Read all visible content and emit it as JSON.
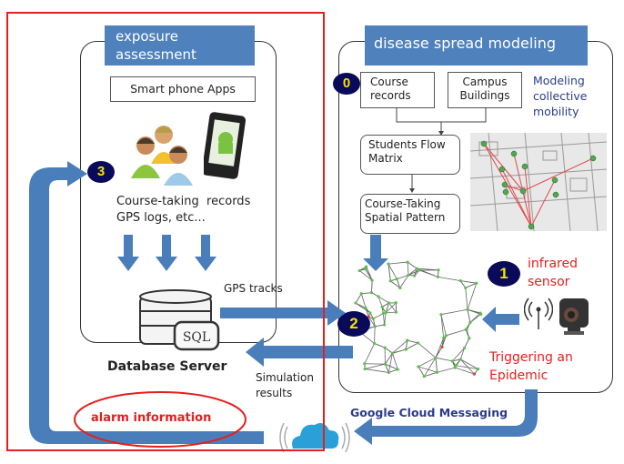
{
  "left_panel": {
    "title": [
      "exposure",
      "assessment"
    ],
    "apps_box": "Smart phone Apps",
    "records_text": [
      "Course-taking  records",
      "GPS logs, etc..."
    ],
    "badge": "3",
    "database_label": "Database Server",
    "sql_label": "SQL"
  },
  "right_panel": {
    "title": "disease spread modeling",
    "badge_0": "0",
    "course_records": [
      "Course",
      "records"
    ],
    "campus_buildings": [
      "Campus",
      "Buildings"
    ],
    "modeling_text": [
      "Modeling",
      "collective",
      "mobility"
    ],
    "students_flow": [
      "Students Flow",
      "Matrix"
    ],
    "spatial_pattern": [
      "Course-Taking",
      "Spatial Pattern"
    ],
    "badge_1": "1",
    "badge_2": "2",
    "infrared": [
      "infrared",
      "sensor"
    ],
    "triggering": [
      "Triggering an",
      "Epidemic"
    ]
  },
  "connectors": {
    "gps_tracks": "GPS tracks",
    "simulation_results": [
      "Simulation",
      "results"
    ],
    "google_cloud": "Google Cloud Messaging",
    "alarm": "alarm information"
  },
  "colors": {
    "arrow_blue": "#4a7ebb",
    "title_blue": "#4f81bd",
    "highlight_red": "#e41f1f",
    "badge_navy": "#0a0a5a",
    "badge_text": "#f5e400",
    "gcm_navy": "#2b3c8c"
  }
}
